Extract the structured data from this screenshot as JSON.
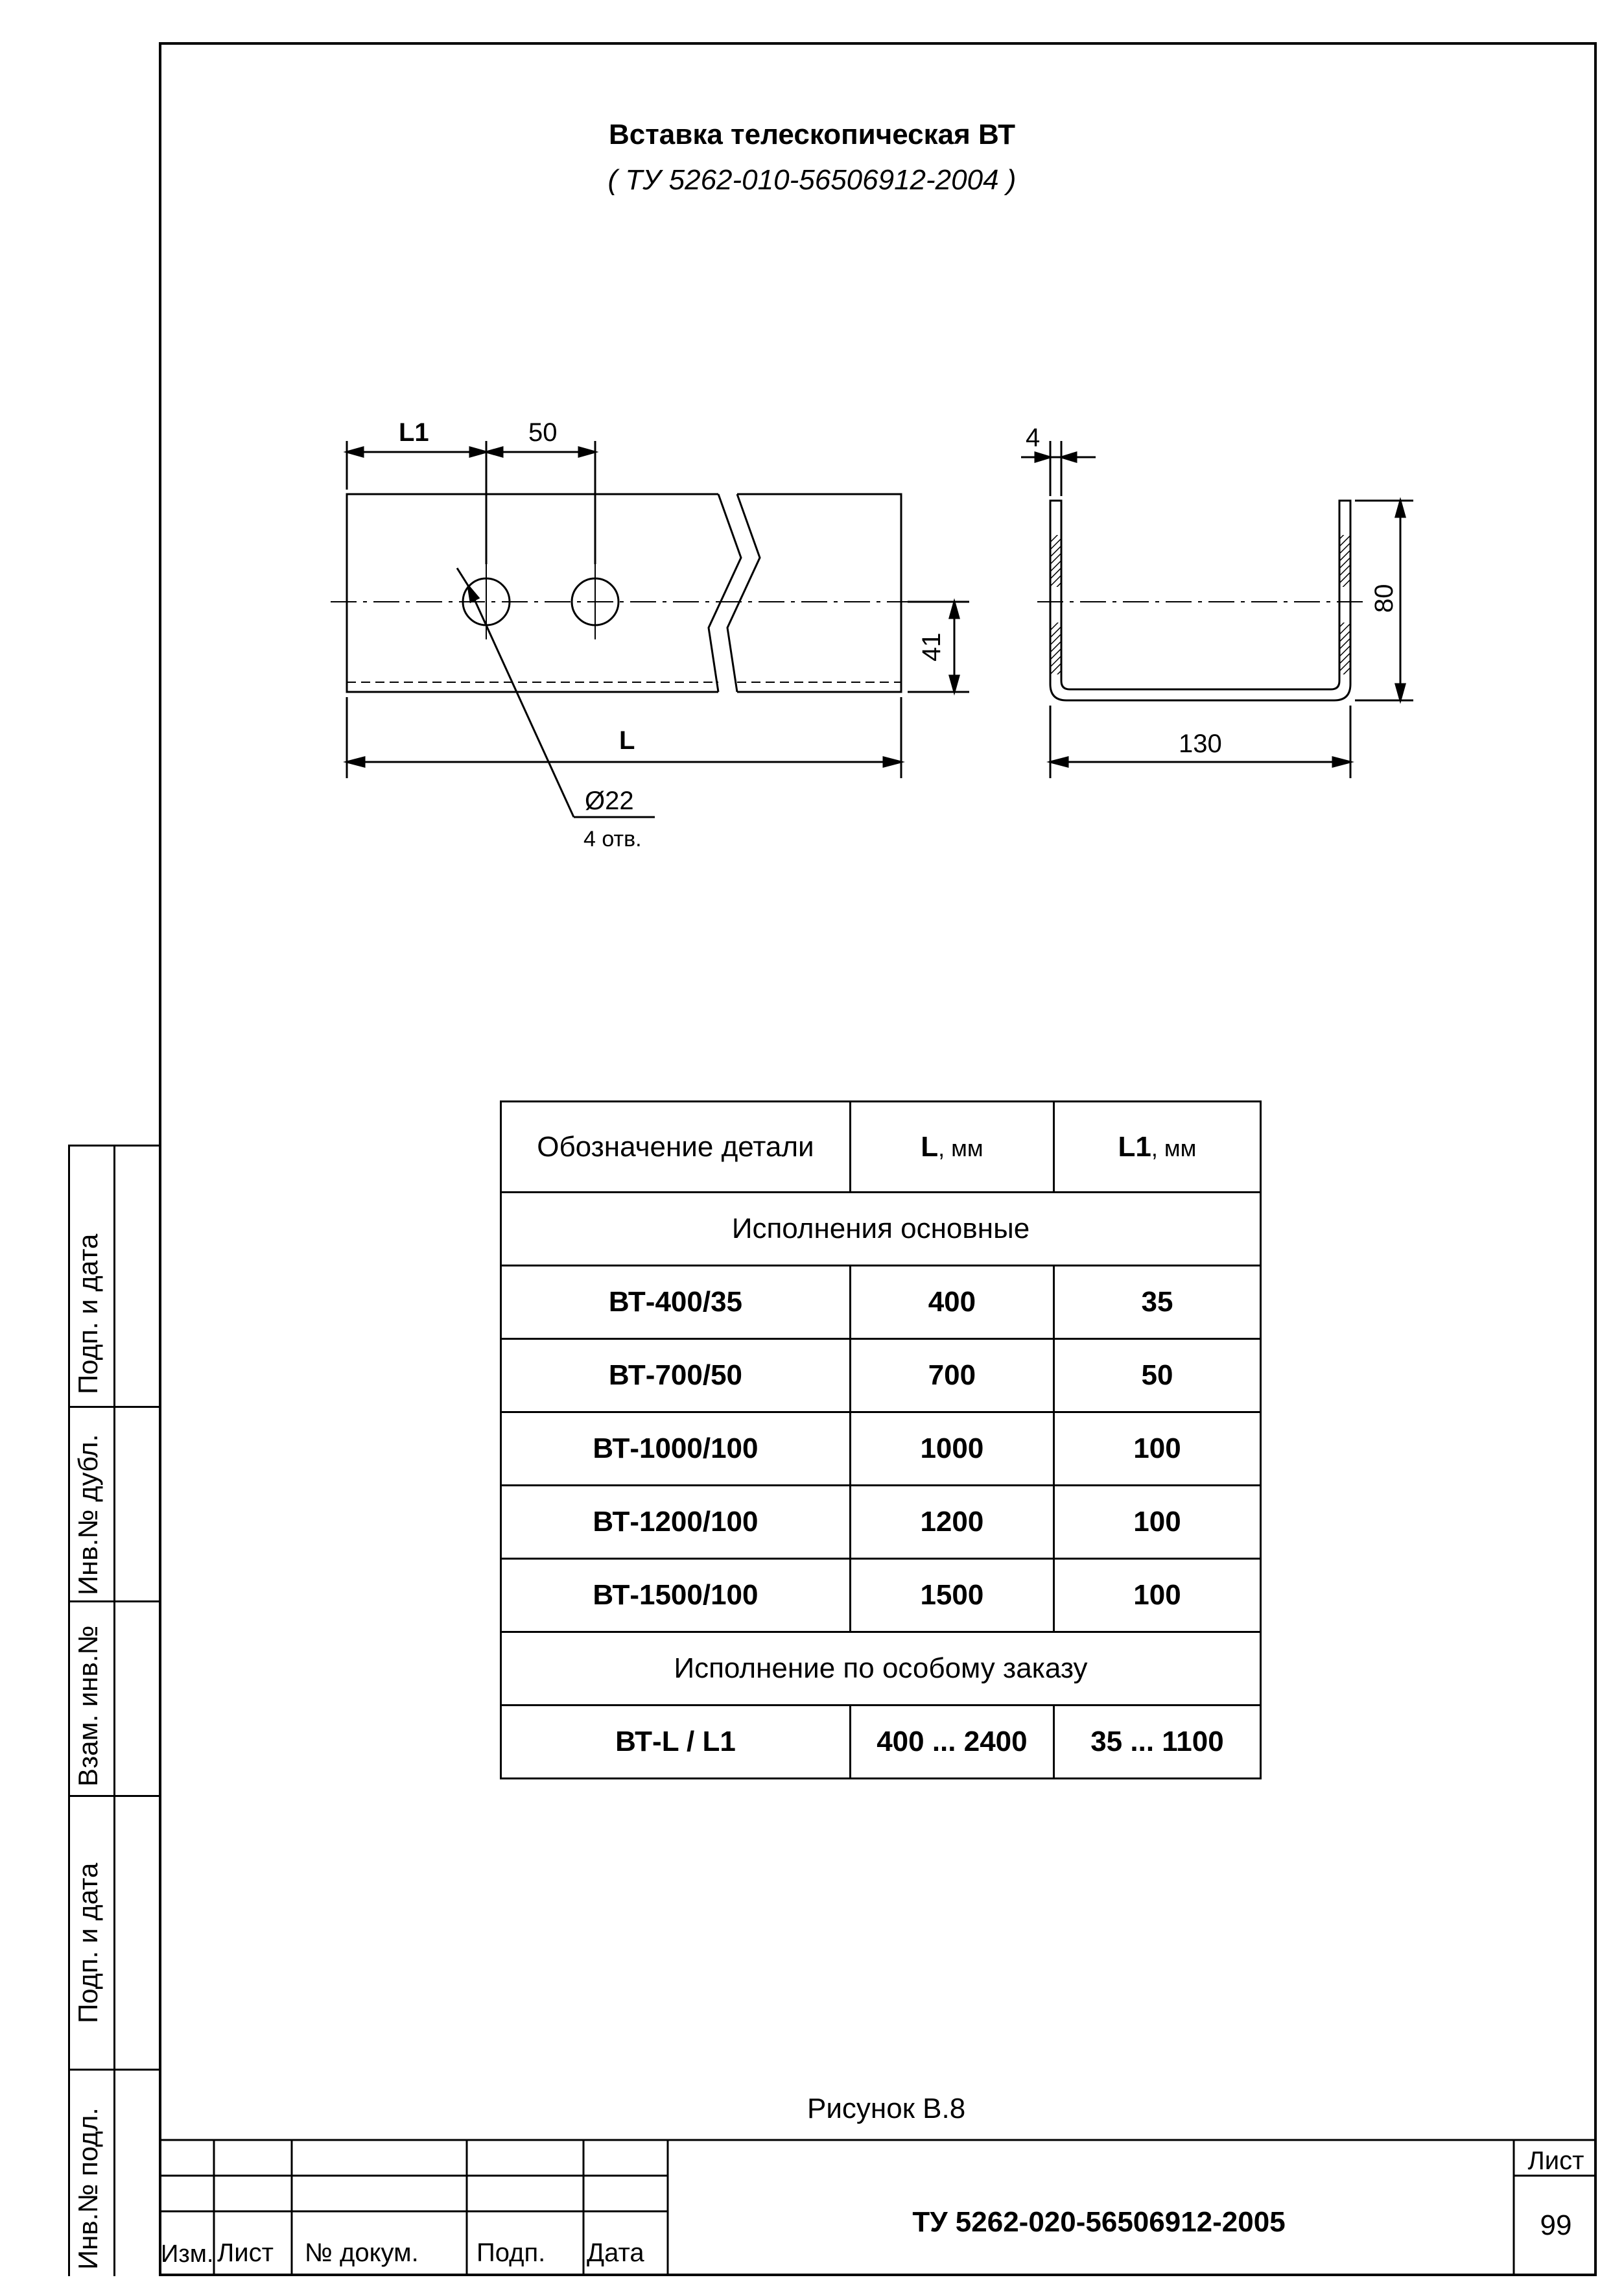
{
  "header": {
    "title": "Вставка телескопическая ВТ",
    "subtitle": "( ТУ 5262-010-56506912-2004 )"
  },
  "drawing": {
    "dim_L1": "L1",
    "dim_50": "50",
    "dim_L": "L",
    "dim_41": "41",
    "dim_hole_dia": "Ø22",
    "dim_holes": "4 отв.",
    "dim_4": "4",
    "dim_80": "80",
    "dim_130": "130"
  },
  "table": {
    "headers": [
      "Обозначение детали",
      "L",
      "L1"
    ],
    "unit": ", мм",
    "group_main": "Исполнения основные",
    "rows": [
      [
        "ВТ-400/35",
        "400",
        "35"
      ],
      [
        "ВТ-700/50",
        "700",
        "50"
      ],
      [
        "ВТ-1000/100",
        "1000",
        "100"
      ],
      [
        "ВТ-1200/100",
        "1200",
        "100"
      ],
      [
        "ВТ-1500/100",
        "1500",
        "100"
      ]
    ],
    "group_special": "Исполнение по особому заказу",
    "special_row": [
      "ВТ-L / L1",
      "400 ... 2400",
      "35 ... 1100"
    ]
  },
  "caption": "Рисунок В.8",
  "side_stamps": [
    "Инв.№ подл.",
    "Подп. и дата",
    "Взам. инв.№",
    "Инв.№ дубл.",
    "Подп. и дата"
  ],
  "title_block": {
    "col_izm": "Изм.",
    "col_list": "Лист",
    "col_doc": "№ докум.",
    "col_podp": "Подп.",
    "col_date": "Дата",
    "doc_number": "ТУ 5262-020-56506912-2005",
    "sheet_label": "Лист",
    "sheet_number": "99"
  }
}
